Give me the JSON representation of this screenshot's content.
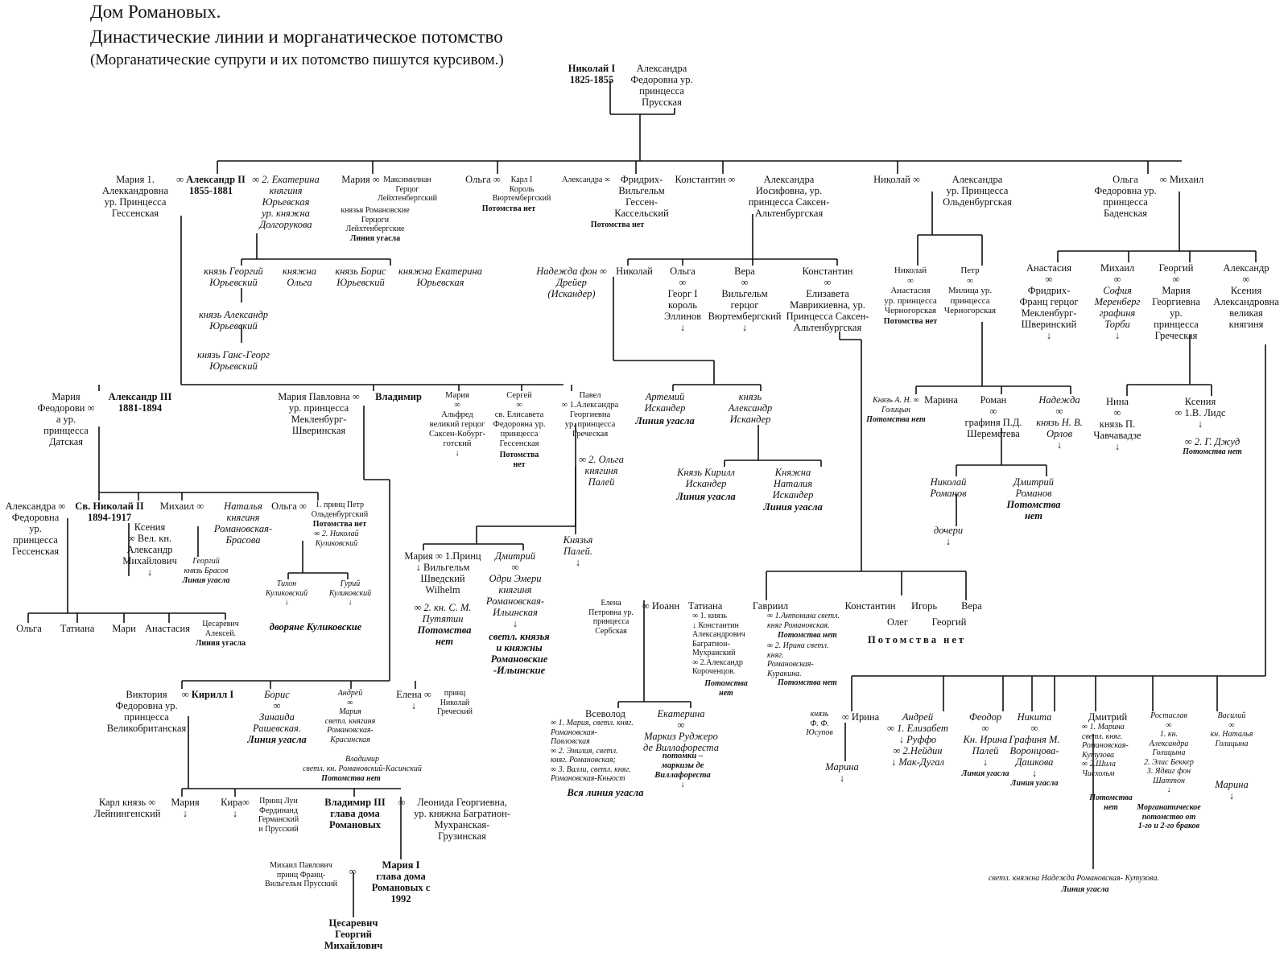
{
  "title": {
    "line1": "Дом Романовых.",
    "line2": "Династические линии и морганатическое потомство",
    "line3": "(Морганатические супруги и их потомство пишутся курсивом.)"
  },
  "colors": {
    "line": "#111111",
    "text": "#111111",
    "background": "#ffffff"
  },
  "nodes": {
    "nikolai_i": "Николай I\n1825-1855",
    "aleksandra_prus": "Александра\nФедоровна ур.\nпринцесса\nПрусская",
    "mariya_gess": "Мария   1.\nАлеккандровна\nур. Принцесса\nГессенская",
    "aleksandr_ii": "∞ Александр II\n1855-1881",
    "ekaterina_yur": "∞ 2. Екатерина\nкнягиня\nЮрьевская\nур. княжна\nДолгорукова",
    "mariya_leucht": "Мария ∞",
    "maksimilian": "Максимилиан\nГерцог\nЛейхтенбергский",
    "leucht_desc": "князья Романовские\nГерцоги\nЛейхтенбергские",
    "leucht_extinct": "Линия угасла",
    "olga_wurt": "Ольга ∞",
    "karl_i": "Карл I\nКороль\nВюртембергский",
    "karl_i_nodesc": "Потомства нет",
    "aleksandra_hk": "Александра ∞",
    "fridrikh": "Фридрих-\nВильгельм\nГессен-\nКассельский",
    "fridrikh_nodesc": "Потомства нет",
    "konstantin": "Константин ∞",
    "aleksandra_sa": "Александра\nИосифовна, ур.\nпринцесса Саксен-\nАльтенбургская",
    "nikolai_n": "Николай   ∞",
    "aleksandra_old": "Александра\nур. Принцесса\nОльденбургская",
    "olga_bad": "Ольга\nФедоровна ур.\nпринцесса\nБаденская",
    "mikhail_n": "∞ Михаил",
    "georgii_yur": "князь Георгий\nЮрьевский",
    "olga_yur": "княжна\nОльга",
    "boris_yur": "князь Борис\nЮрьевский",
    "ekaterina_yur2": "княжна Екатерина\nЮрьевская",
    "aleksandr_yur": "князь Александр\nЮрьевский",
    "gans_georg": "князь Ганс-Георг\nЮрьевский",
    "nadezhda_dreier": "Надежда фон ∞\nДрейер\n(Искандер)",
    "nikolai_k": "Николай",
    "olga_k": "Ольга\n∞\nГеорг I\nкороль\nЭллинов\n↓",
    "vera_k": "Вера\n∞\nВильгельм\nгерцог\nВюртембергский\n↓",
    "konstantin_k": "Константин\n∞\nЕлизавета\nМаврикиевна, ур.\nПринцесса Саксен-\nАльтенбургская",
    "nikolai_nn": "Николай\n∞\nАнастасия\nур. принцесса\nЧерногорская",
    "nikolai_nn_nodesc": "Потомства нет",
    "petr": "Петр\n∞\nМилица ур.\nпринцесса\nЧерногорская",
    "anastasiya_mich": "Анастасия\n∞\nФридрих-\nФранц герцог\nМекленбург-\nШверинский\n↓",
    "mikhail_mich": "Михаил\n∞",
    "sofiya": "София\nМеренберг\nграфиня\nТорби\n↓",
    "georgii_mich": "Георгий\n∞\nМария\nГеоргиевна\nур.\nпринцесса\nГреческая",
    "aleksandr_mich": "Александр\n∞\nКсения\nАлександровна\nвеликая\nкнягиня",
    "artemii": "Артемий\nИскандер",
    "artemii_extinct": "Линия угасла",
    "aleksandr_isk": "князь\nАлександр\nИскандер",
    "kirill_isk": "Князь Кирилл\nИскандер",
    "kirill_isk_extinct": "Линия угасла",
    "nataliya_isk": "Княжна\nНаталия\nИскандер",
    "nataliya_isk_extinct": "Линия угасла",
    "golitsyn": "Князь А. Н. ∞\nГолицын",
    "golitsyn_nodesc": "Потомства нет",
    "marina_p": "Марина",
    "roman": "Роман\n∞\nграфиня П.Д.\nШереметева",
    "nadezhda_p": "Надежда\n∞\nкнязь Н. В.\nОрлов\n↓",
    "nikolai_rom": "Николай\nРоманов",
    "dochery": "дочери\n↓",
    "dmitrii_rom": "Дмитрий\nРоманов",
    "dmitrii_rom_nodesc": "Потомства\nнет",
    "nina": "Нина\n∞\nкнязь П.\nЧавчавадзе\n↓",
    "kseniya_g": "Ксения\n∞ 1.В. Лидс\n↓",
    "dzhud": "∞ 2. Г. Джуд",
    "dzhud_nodesc": "Потомства нет",
    "mariya_dat": "Мария\nФеодорови ∞\nа ур.\nпринцесса\nДатская",
    "aleksandr_iii": "Александр III\n1881-1894",
    "mariya_pavlovna": "Мария Павловна ∞\nур. принцесса\nМекленбург-\nШверинская",
    "vladimir": "Владимир",
    "mariya_iii": "Мария\n∞\nАльфред\nвеликий герцог\nСаксен-Кобург-\nготский\n↓",
    "sergei": "Сергей\n∞\nсв. Елисавета\nФедоровна ур.\nпринцесса\nГессенская",
    "sergei_nodesc": "Потомства\nнет",
    "pavel": "Павел\n∞ 1.Александра\nГеоргиевна\nур. принцесса\nГреческая",
    "olga_palei": "∞ 2. Ольга\nкнягиня\nПалей",
    "knyazya_palei": "Князья\nПалей.\n↓",
    "aleksandra_gess": "Александра ∞\nФедоровна\nур.\nпринцесса\nГессенская",
    "nikolai_ii": "Св. Николай II\n1894-1917",
    "kseniya_a": "Ксения\n∞ Вел. кн.\nАлександр\nМихайлович\n↓",
    "mikhail_a": "Михаил ∞",
    "nataliya_bras": "Наталья\nкнягиня\nРомановская-\nБрасова",
    "georgii_bras": "Георгий\nкнязь Брасов",
    "georgii_bras_extinct": "Линия угасла",
    "olga_a": "Ольга ∞",
    "petr_old": "1. принц Петр\nОльденбургский",
    "petr_old_nodesc": "Потомства нет",
    "kulikovskii": "∞ 2. Николай\nКуликовский",
    "tikhon": "Тихон\nКуликовский\n↓",
    "gurii": "Гурий\nКуликовский\n↓",
    "dvoryane": "дворяне Куликовские",
    "ch_olga": "Ольга",
    "ch_tatiana": "Татиана",
    "ch_mari": "Мари",
    "ch_anastasiya": "Анастасия",
    "ch_aleksei": "Цесаревич\nАлексей.",
    "ch_aleksei_extinct": "Линия угасла",
    "mariya_p": "Мария ∞ 1.Принц\n↓ Вильгельм\nШведский\nWilhelm",
    "putyatin": "∞ 2. кн. С. М.\nПутятин",
    "putyatin_nodesc": "Потомства\nнет",
    "dmitrii_p": "Дмитрий\n∞\nОдри Эмери\nкнягиня\nРомановская-\nИльинская\n↓",
    "ilinskie": "светл. князья\nи княжны\nРомановские\n-Ильинские",
    "elena_serb": "Елена\nПетровна ур.\nпринцесса\nСербская",
    "ioann": "∞ Иоанн",
    "tatiana_k": "Татиана",
    "tatiana_k_sp": "∞ 1. князь\n↓ Константин\nАлександрович\nБагратион-\nМухранский\n∞ 2.Александр\nКороченцов.",
    "tatiana_k_nodesc": "Потомства\nнет",
    "gavriil": "Гавриил",
    "gavriil_sp1": "∞ 1.Антонина светл.\nкняг Романовская.",
    "gavriil_nodesc1": "Потомства нет",
    "gavriil_sp2": "∞ 2. Ирина светл.\nкняг.\nРомановская-\nКуракина.",
    "gavriil_nodesc2": "Потомства нет",
    "konstantin_kk": "Константин",
    "igor": "Игорь",
    "vera_kk": "Вера",
    "oleg": "Олег",
    "georgii_kk": "Георгий",
    "kk_nodesc": "Потомства нет",
    "vsevolod": "Всеволод",
    "vsevolod_sp": "∞  1. Мария, светл. княг.\n    Романовская-\n    Павловская\n∞  2. Эмилия, светл.\n    княг. Романовская;\n∞  3. Валли, светл. княг.\n    Романовская-Кньюст",
    "vsevolod_extinct": "Вся линия угасла",
    "ekaterina_k": "Екатерина\n∞\nМаркиз Руджеро\nде Виллафореста",
    "villaforesta": "потомки –\nмаркизы де\nВиллафореста\n↓",
    "viktoriya": "Виктория\nФедоровна ур.\nпринцесса\nВеликобританская",
    "kirill_i": "∞ Кирилл I",
    "boris_v": "Борис\n∞\nЗинаида\nРашевская.",
    "boris_v_extinct": "Линия угасла",
    "andrei_v": "Андрей\n∞\nМария\nсветл. княгиня\nРомановская-\nКрасинская",
    "vladimir_k": "Владимир\nсветл. кн. Романовский-Касинский",
    "vladimir_k_nodesc": "Потомства нет",
    "elena_v": "Елена ∞\n↓",
    "nikolai_gr": "принц\nНиколай\nГреческий",
    "karl_lein": "Карл князь ∞\nЛейнингенский",
    "mariya_k": "Мария\n↓",
    "kira": "Кира∞\n↓",
    "lui_ferdinand": "Принц Луи\nФердинанд\nГерманский\nи Прусский",
    "vladimir_iii": "Владимир III\nглава дома\nРомановых",
    "vladimir_iii_inf": "∞",
    "leonida": "Леонида Георгиевна,\nур. княжна Багратион-\nМухранская-\nГрузинская",
    "mikhail_pavlovich": "Михаил Павлович\nпринц Франц-\nВильгельм Прусский",
    "mariya_i_inf": "∞",
    "mariya_i": "Мария I\nглава дома\nРомановых с\n1992",
    "georgii_m": "Цесаревич\nГеоргий\nМихайлович",
    "yusupov": "князь\nФ. Ф.\nЮсупов",
    "irina": "∞ Ирина",
    "marina_y": "Марина\n↓",
    "andrei_x": "Андрей\n∞ 1. Елизабет\n↓   Руффо\n∞ 2.Нейдин\n↓   Мак-Дугал",
    "feodor": "Феодор\n∞\nКн. Ирина\nПалей\n↓",
    "feodor_extinct": "Линия угасла",
    "nikita": "Никита\n∞\nГрафиня М.\nВоронцова-\nДашкова\n↓",
    "nikita_extinct": "Линия угасла",
    "dmitrii_x": "Дмитрий",
    "dmitrii_x_sp": "∞ 1. Марина\nсветл. княг.\nРомановская-\nКутузова\n∞ 2.Шила\nЧисхольм",
    "dmitrii_x_nodesc": "Потомства\nнет",
    "rostislav": "Ростислав\n∞\n1. кн.\nАлександра\nГолицына\n2. Элис Беккер\n3. Ядвиг фон\nШаттон\n↓",
    "rostislav_morg": "Морганатическое\nпотомство от\n1-го и 2-го браков",
    "vasilii": "Василий\n∞\nкн. Наталья\nГолицына",
    "marina_v": "Марина\n↓",
    "nadezhda_kut": "светл. княжна Надежда Романовская- Кутузова.",
    "nadezhda_kut_extinct": "Линия угасла"
  }
}
